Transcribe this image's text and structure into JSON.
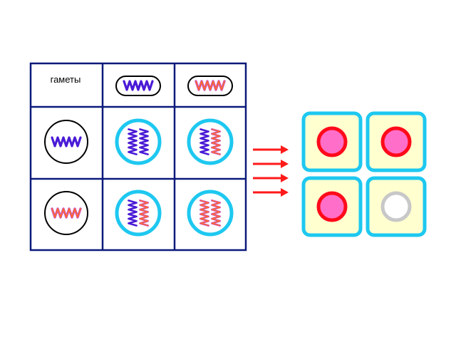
{
  "punnett": {
    "corner_label": "гаметы",
    "header_gametes": [
      "blue-chromosome",
      "striped-chromosome"
    ],
    "row_gametes": [
      "blue-chromosome",
      "striped-chromosome"
    ],
    "cells": [
      [
        "blue-blue",
        "blue-striped"
      ],
      [
        "blue-striped",
        "striped-striped"
      ]
    ]
  },
  "result": {
    "arrow_count": 4,
    "cells": [
      "pink",
      "pink",
      "pink",
      "white"
    ]
  },
  "colors": {
    "grid": "#0a1a7a",
    "cell_ring": "#1ec8f0",
    "blue_chromosome": "#4a1bd6",
    "striped_a": "#ff6a2a",
    "striped_b": "#c24bd8",
    "arrow": "#ff1a1a",
    "cell_fill": "#ffffd0",
    "nucleus_fill": "#ff6ec8",
    "nucleus_ring": "#ff0a1a",
    "white_nucleus_ring": "#c8c8c8"
  }
}
